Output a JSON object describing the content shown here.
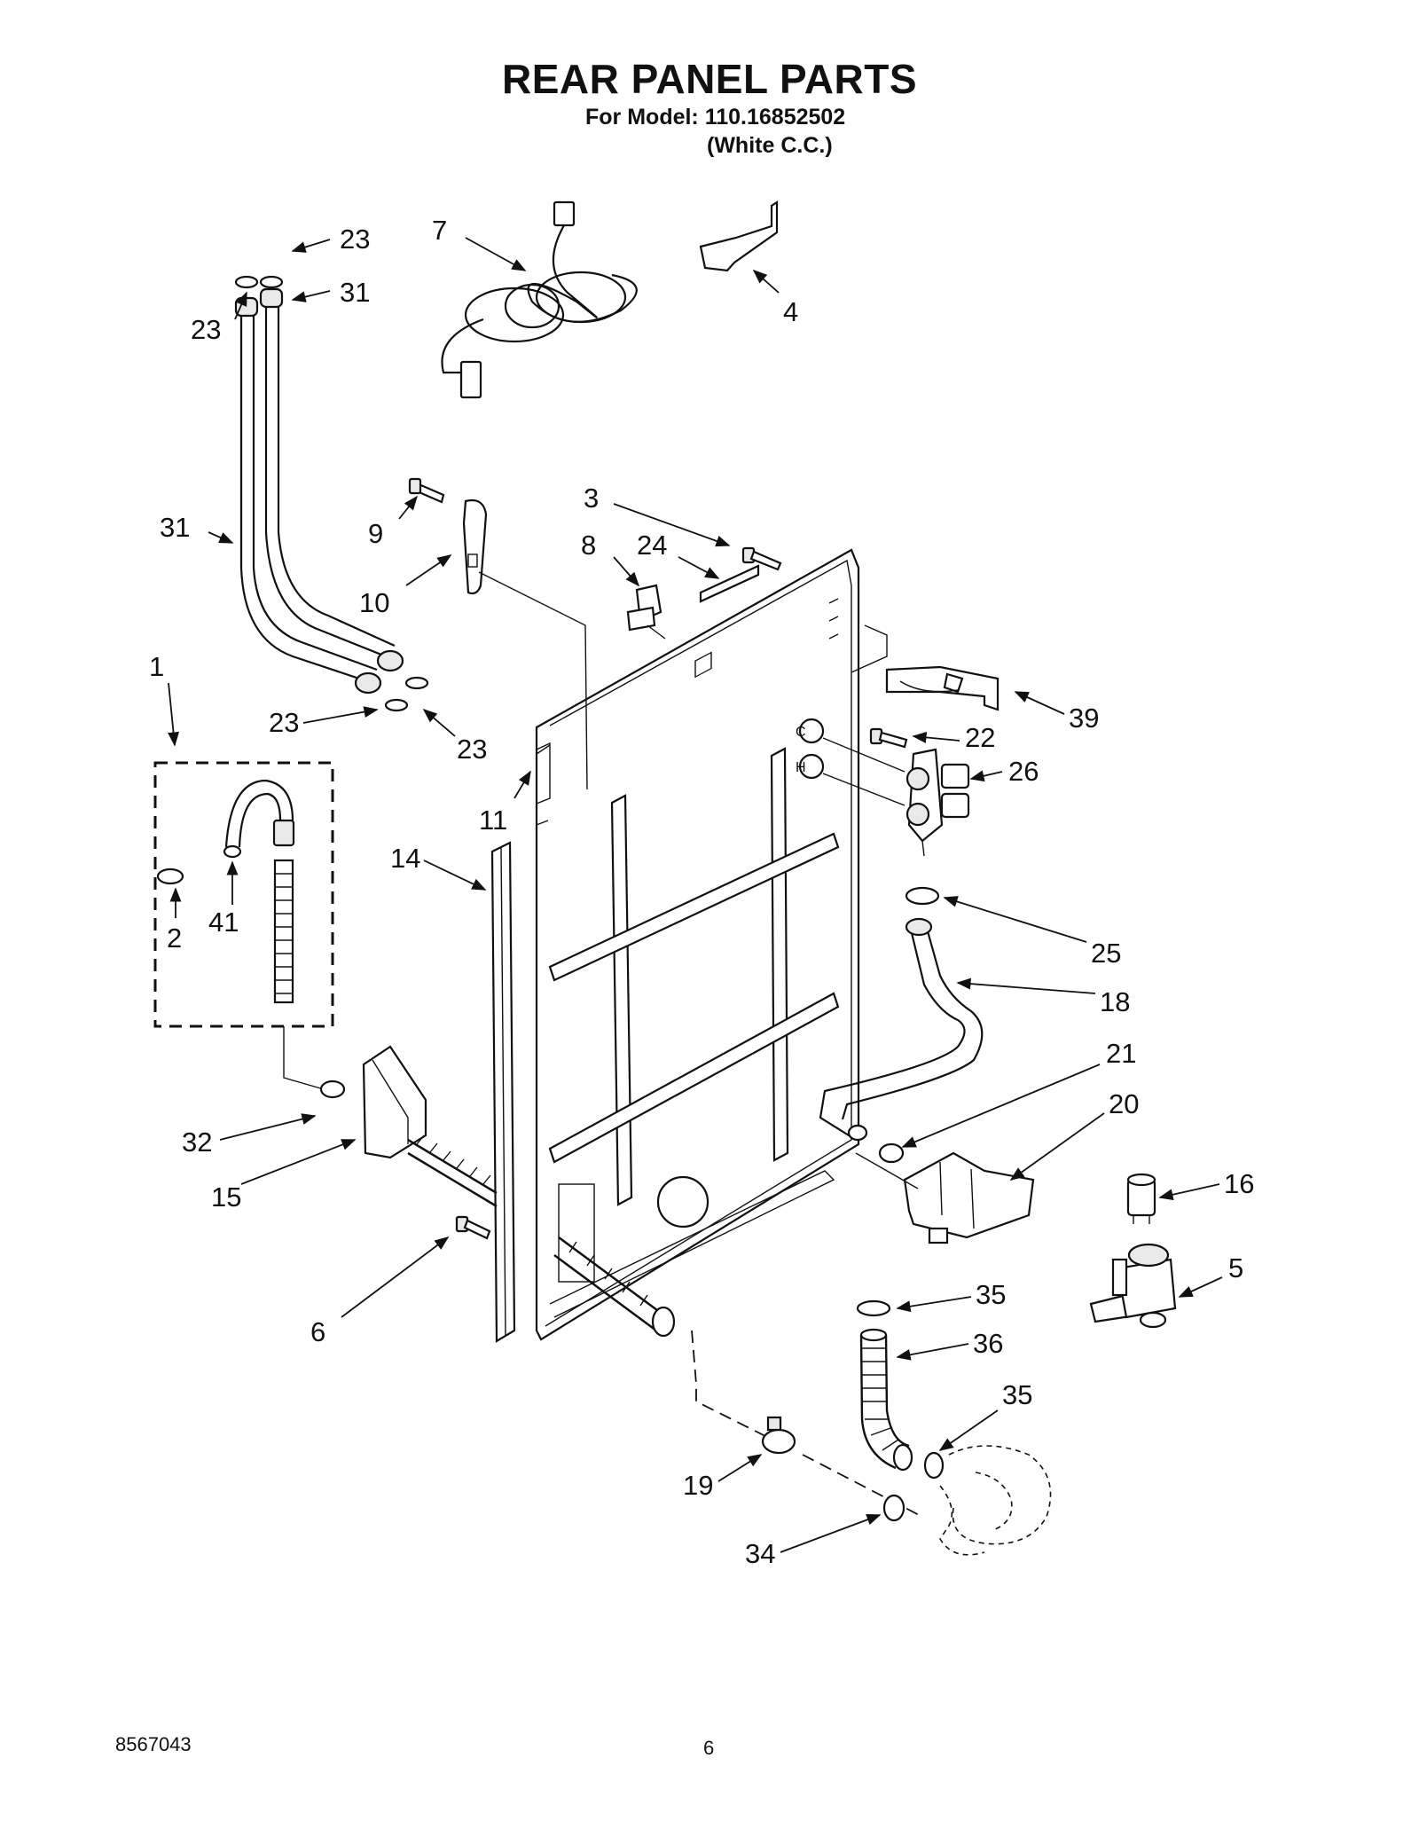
{
  "header": {
    "title": "REAR PANEL PARTS",
    "model_line": "For Model: 110.16852502",
    "color_line": "(White C.C.)"
  },
  "footer": {
    "doc_number": "8567043",
    "page_number": "6"
  },
  "callouts": {
    "c1": "1",
    "c2": "2",
    "c3": "3",
    "c4": "4",
    "c5": "5",
    "c6": "6",
    "c7": "7",
    "c8": "8",
    "c9": "9",
    "c10": "10",
    "c11": "11",
    "c14": "14",
    "c15": "15",
    "c16": "16",
    "c18": "18",
    "c19": "19",
    "c20": "20",
    "c21": "21",
    "c22": "22",
    "c23a": "23",
    "c23b": "23",
    "c23c": "23",
    "c23d": "23",
    "c24": "24",
    "c25": "25",
    "c26": "26",
    "c31a": "31",
    "c31b": "31",
    "c32": "32",
    "c34": "34",
    "c35a": "35",
    "c35b": "35",
    "c36": "36",
    "c39": "39",
    "c41": "41"
  },
  "valve_labels": {
    "cold": "C",
    "hot": "H"
  }
}
